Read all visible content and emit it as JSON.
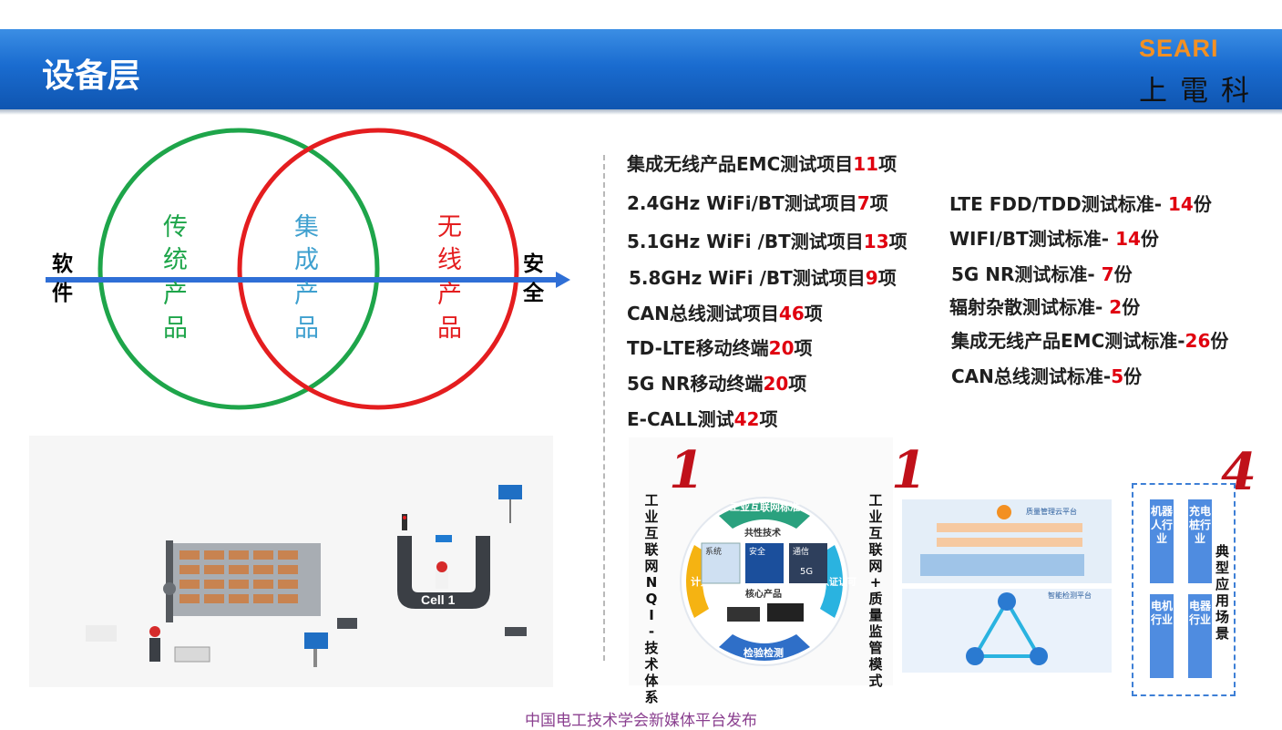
{
  "header": {
    "title": "设备层",
    "logo_top": "SEARI",
    "logo_bottom": "上電科"
  },
  "venn": {
    "left_circle_label": [
      "传",
      "统",
      "产",
      "品"
    ],
    "middle_label": [
      "集",
      "成",
      "产",
      "品"
    ],
    "right_circle_label": [
      "无",
      "线",
      "产",
      "品"
    ],
    "arrow_left_label": [
      "软",
      "件"
    ],
    "arrow_right_label": [
      "安",
      "全"
    ],
    "colors": {
      "left": "#1ea54a",
      "middle": "#3fa0cf",
      "right": "#e41d1f",
      "arrow": "#2f6fd6"
    }
  },
  "test_items": [
    {
      "text": "集成无线产品EMC测试项目",
      "num": "11",
      "suffix": "项"
    },
    {
      "text": "2.4GHz WiFi/BT测试项目",
      "num": "7",
      "suffix": "项"
    },
    {
      "text": "5.1GHz WiFi /BT测试项目",
      "num": "13",
      "suffix": "项"
    },
    {
      "text": "5.8GHz WiFi /BT测试项目",
      "num": "9",
      "suffix": "项"
    },
    {
      "text": "CAN总线测试项目",
      "num": "46",
      "suffix": "项"
    },
    {
      "text": "TD-LTE移动终端",
      "num": "20",
      "suffix": "项"
    },
    {
      "text": "5G NR移动终端",
      "num": "20",
      "suffix": "项"
    },
    {
      "text": "E-CALL测试",
      "num": "42",
      "suffix": "项"
    }
  ],
  "standards": [
    {
      "text": "LTE FDD/TDD测试标准- ",
      "num": "14",
      "suffix": "份"
    },
    {
      "text": "WIFI/BT测试标准- ",
      "num": "14",
      "suffix": "份"
    },
    {
      "text": "5G NR测试标准- ",
      "num": "7",
      "suffix": "份"
    },
    {
      "text": "辐射杂散测试标准- ",
      "num": "2",
      "suffix": "份"
    },
    {
      "text": "集成无线产品EMC测试标准-",
      "num": "26",
      "suffix": "份"
    },
    {
      "text": "CAN总线测试标准-",
      "num": "5",
      "suffix": "份"
    }
  ],
  "factory": {
    "cell_label": "Cell 1"
  },
  "nqi": {
    "big_num": "1",
    "left_vertical": [
      "工",
      "业",
      "互",
      "联",
      "网",
      "N",
      "Q",
      "I",
      "-",
      "技",
      "术",
      "体",
      "系"
    ],
    "top_arc": "工业互联网标准",
    "bottom_arc": "检验检测",
    "left_arc": "计量",
    "right_arc": "认证认可",
    "common_tech": "共性技术",
    "tech_items": [
      "系统",
      "安全",
      "通信"
    ],
    "core_product": "核心产品",
    "tile_5g": "5G"
  },
  "quality": {
    "big_num": "1",
    "vertical": [
      "工",
      "业",
      "互",
      "联",
      "网",
      "+",
      "质",
      "量",
      "监",
      "管",
      "模",
      "式"
    ],
    "platform_title_1": "质量管理云平台",
    "platform_title_2": "智能检测平台"
  },
  "industry": {
    "big_num": "4",
    "items": [
      "机器人行业",
      "充电桩行业",
      "电机行业",
      "电器行业"
    ],
    "title": [
      "典",
      "型",
      "应",
      "用",
      "场",
      "景"
    ]
  },
  "footer": "中国电工技术学会新媒体平台发布"
}
